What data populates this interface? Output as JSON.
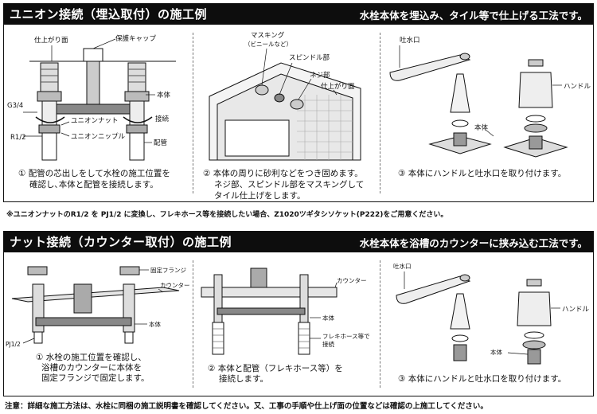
{
  "section1": {
    "title": "ユニオン接続（埋込取付）の施工例",
    "subtitle": "水栓本体を埋込み、タイル等で仕上げる工法です。",
    "panel1": {
      "labels": {
        "finish": "仕上がり面",
        "cap": "保護キャップ",
        "body": "本体",
        "g34": "G3/4",
        "r12": "R1/2",
        "nut": "ユニオンナット",
        "nipple": "ユニオンニップル",
        "connect": "接続",
        "pipe": "配管"
      },
      "caption": [
        "① 配管の芯出しをして水栓の施工位置を",
        "確認し､本体と配管を接続します。"
      ]
    },
    "panel2": {
      "labels": {
        "masking": "マスキング",
        "masking_sub": "（ビニールなど）",
        "spindle": "スピンドル部",
        "screw": "ネジ部",
        "finish": "仕上がり面"
      },
      "caption": [
        "② 本体の周りに砂利などをつき固めます。",
        "ネジ部、スピンドル部をマスキングして",
        "タイル仕上げをします。"
      ]
    },
    "panel3": {
      "labels": {
        "spout": "吐水口",
        "handle": "ハンドル",
        "body": "本体"
      },
      "caption": [
        "③ 本体にハンドルと吐水口を取り付けます。"
      ]
    }
  },
  "note1": "※ユニオンナットのR1/2 を PJ1/2 に変換し、フレキホース等を接続したい場合、Z1020ツギタシソケット(P222)をご用意ください。",
  "section2": {
    "title": "ナット接続（カウンター取付）の施工例",
    "subtitle": "水栓本体を浴槽のカウンターに挟み込む工法です。",
    "panel1": {
      "labels": {
        "flange": "固定フランジ",
        "counter": "カウンター",
        "body": "本体",
        "pj12": "PJ1/2"
      },
      "caption": [
        "① 水栓の施工位置を確認し、",
        "浴槽のカウンターに本体を",
        "固定フランジで固定します。"
      ]
    },
    "panel2": {
      "labels": {
        "counter": "カウンター",
        "body": "本体",
        "hose": "フレキホース等で",
        "hose2": "接続"
      },
      "caption": [
        "② 本体と配管（フレキホース等）を",
        "接続します。"
      ]
    },
    "panel3": {
      "labels": {
        "spout": "吐水口",
        "handle": "ハンドル",
        "body": "本体"
      },
      "caption": [
        "③ 本体にハンドルと吐水口を取り付けます。"
      ]
    }
  },
  "note2": "注意：詳細な施工方法は、水栓に同梱の施工説明書を確認してください。又、工事の手順や仕上げ面の位置などは確認の上施工してください。"
}
